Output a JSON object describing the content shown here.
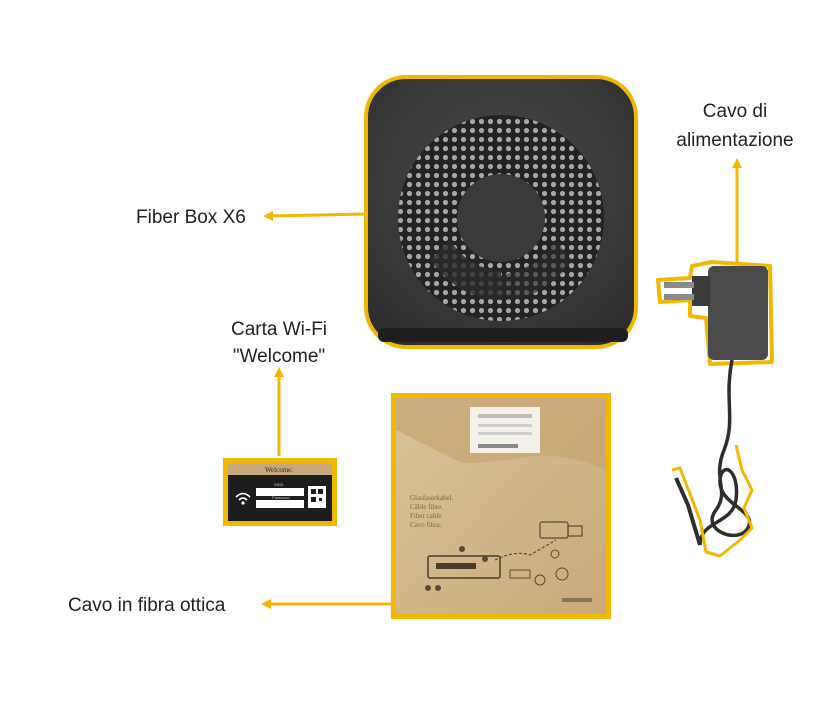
{
  "labels": {
    "fiber_box": "Fiber Box X6",
    "power_cable_line1": "Cavo di",
    "power_cable_line2": "alimentazione",
    "wifi_card_line1": "Carta Wi-Fi",
    "wifi_card_line2": "\"Welcome\"",
    "fiber_cable": "Cavo in fibra ottica"
  },
  "wifi_card": {
    "title": "Welcome.",
    "ssid_label": "SSID",
    "password_label": "Password"
  },
  "package": {
    "text_lines": [
      "Glasfaserkabel.",
      "Câble fibre.",
      "Fiber cable.",
      "Cavo fibra."
    ]
  },
  "colors": {
    "highlight": "#f2b700",
    "router_body": "#3a3a3a",
    "package": "#d2b68a",
    "text": "#222222"
  }
}
